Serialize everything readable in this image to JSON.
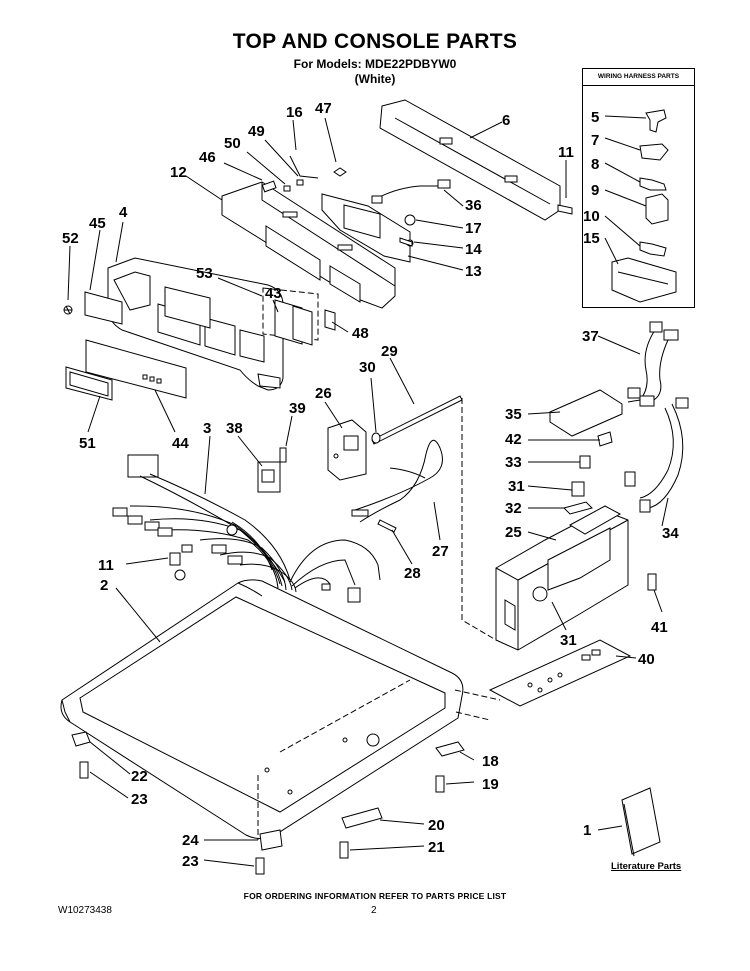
{
  "header": {
    "title": "TOP AND CONSOLE PARTS",
    "models": "For Models: MDE22PDBYW0",
    "color": "(White)"
  },
  "harness_box": {
    "title": "WIRING HARNESS PARTS"
  },
  "literature_label": "Literature Parts",
  "footer": {
    "ordering": "FOR ORDERING INFORMATION REFER TO PARTS PRICE LIST",
    "doc_number": "W10273438",
    "page": "2"
  },
  "callouts": {
    "c16": "16",
    "c47": "47",
    "c49": "49",
    "c50": "50",
    "c46": "46",
    "c6": "6",
    "c12": "12",
    "c11a": "11",
    "c4": "4",
    "c45": "45",
    "c52": "52",
    "c36": "36",
    "c17": "17",
    "c14": "14",
    "c13": "13",
    "c53": "53",
    "c43": "43",
    "c48": "48",
    "c37": "37",
    "c29": "29",
    "c30": "30",
    "c26": "26",
    "c39": "39",
    "c38": "38",
    "c3": "3",
    "c35": "35",
    "c42": "42",
    "c33": "33",
    "c31a": "31",
    "c32": "32",
    "c25": "25",
    "c34": "34",
    "c51": "51",
    "c44": "44",
    "c27": "27",
    "c28": "28",
    "c11b": "11",
    "c2": "2",
    "c41": "41",
    "c31b": "31",
    "c40": "40",
    "c22": "22",
    "c23a": "23",
    "c18": "18",
    "c19": "19",
    "c20": "20",
    "c21": "21",
    "c24": "24",
    "c23b": "23",
    "c1": "1",
    "h5": "5",
    "h7": "7",
    "h8": "8",
    "h9": "9",
    "h10": "10",
    "h15": "15"
  }
}
